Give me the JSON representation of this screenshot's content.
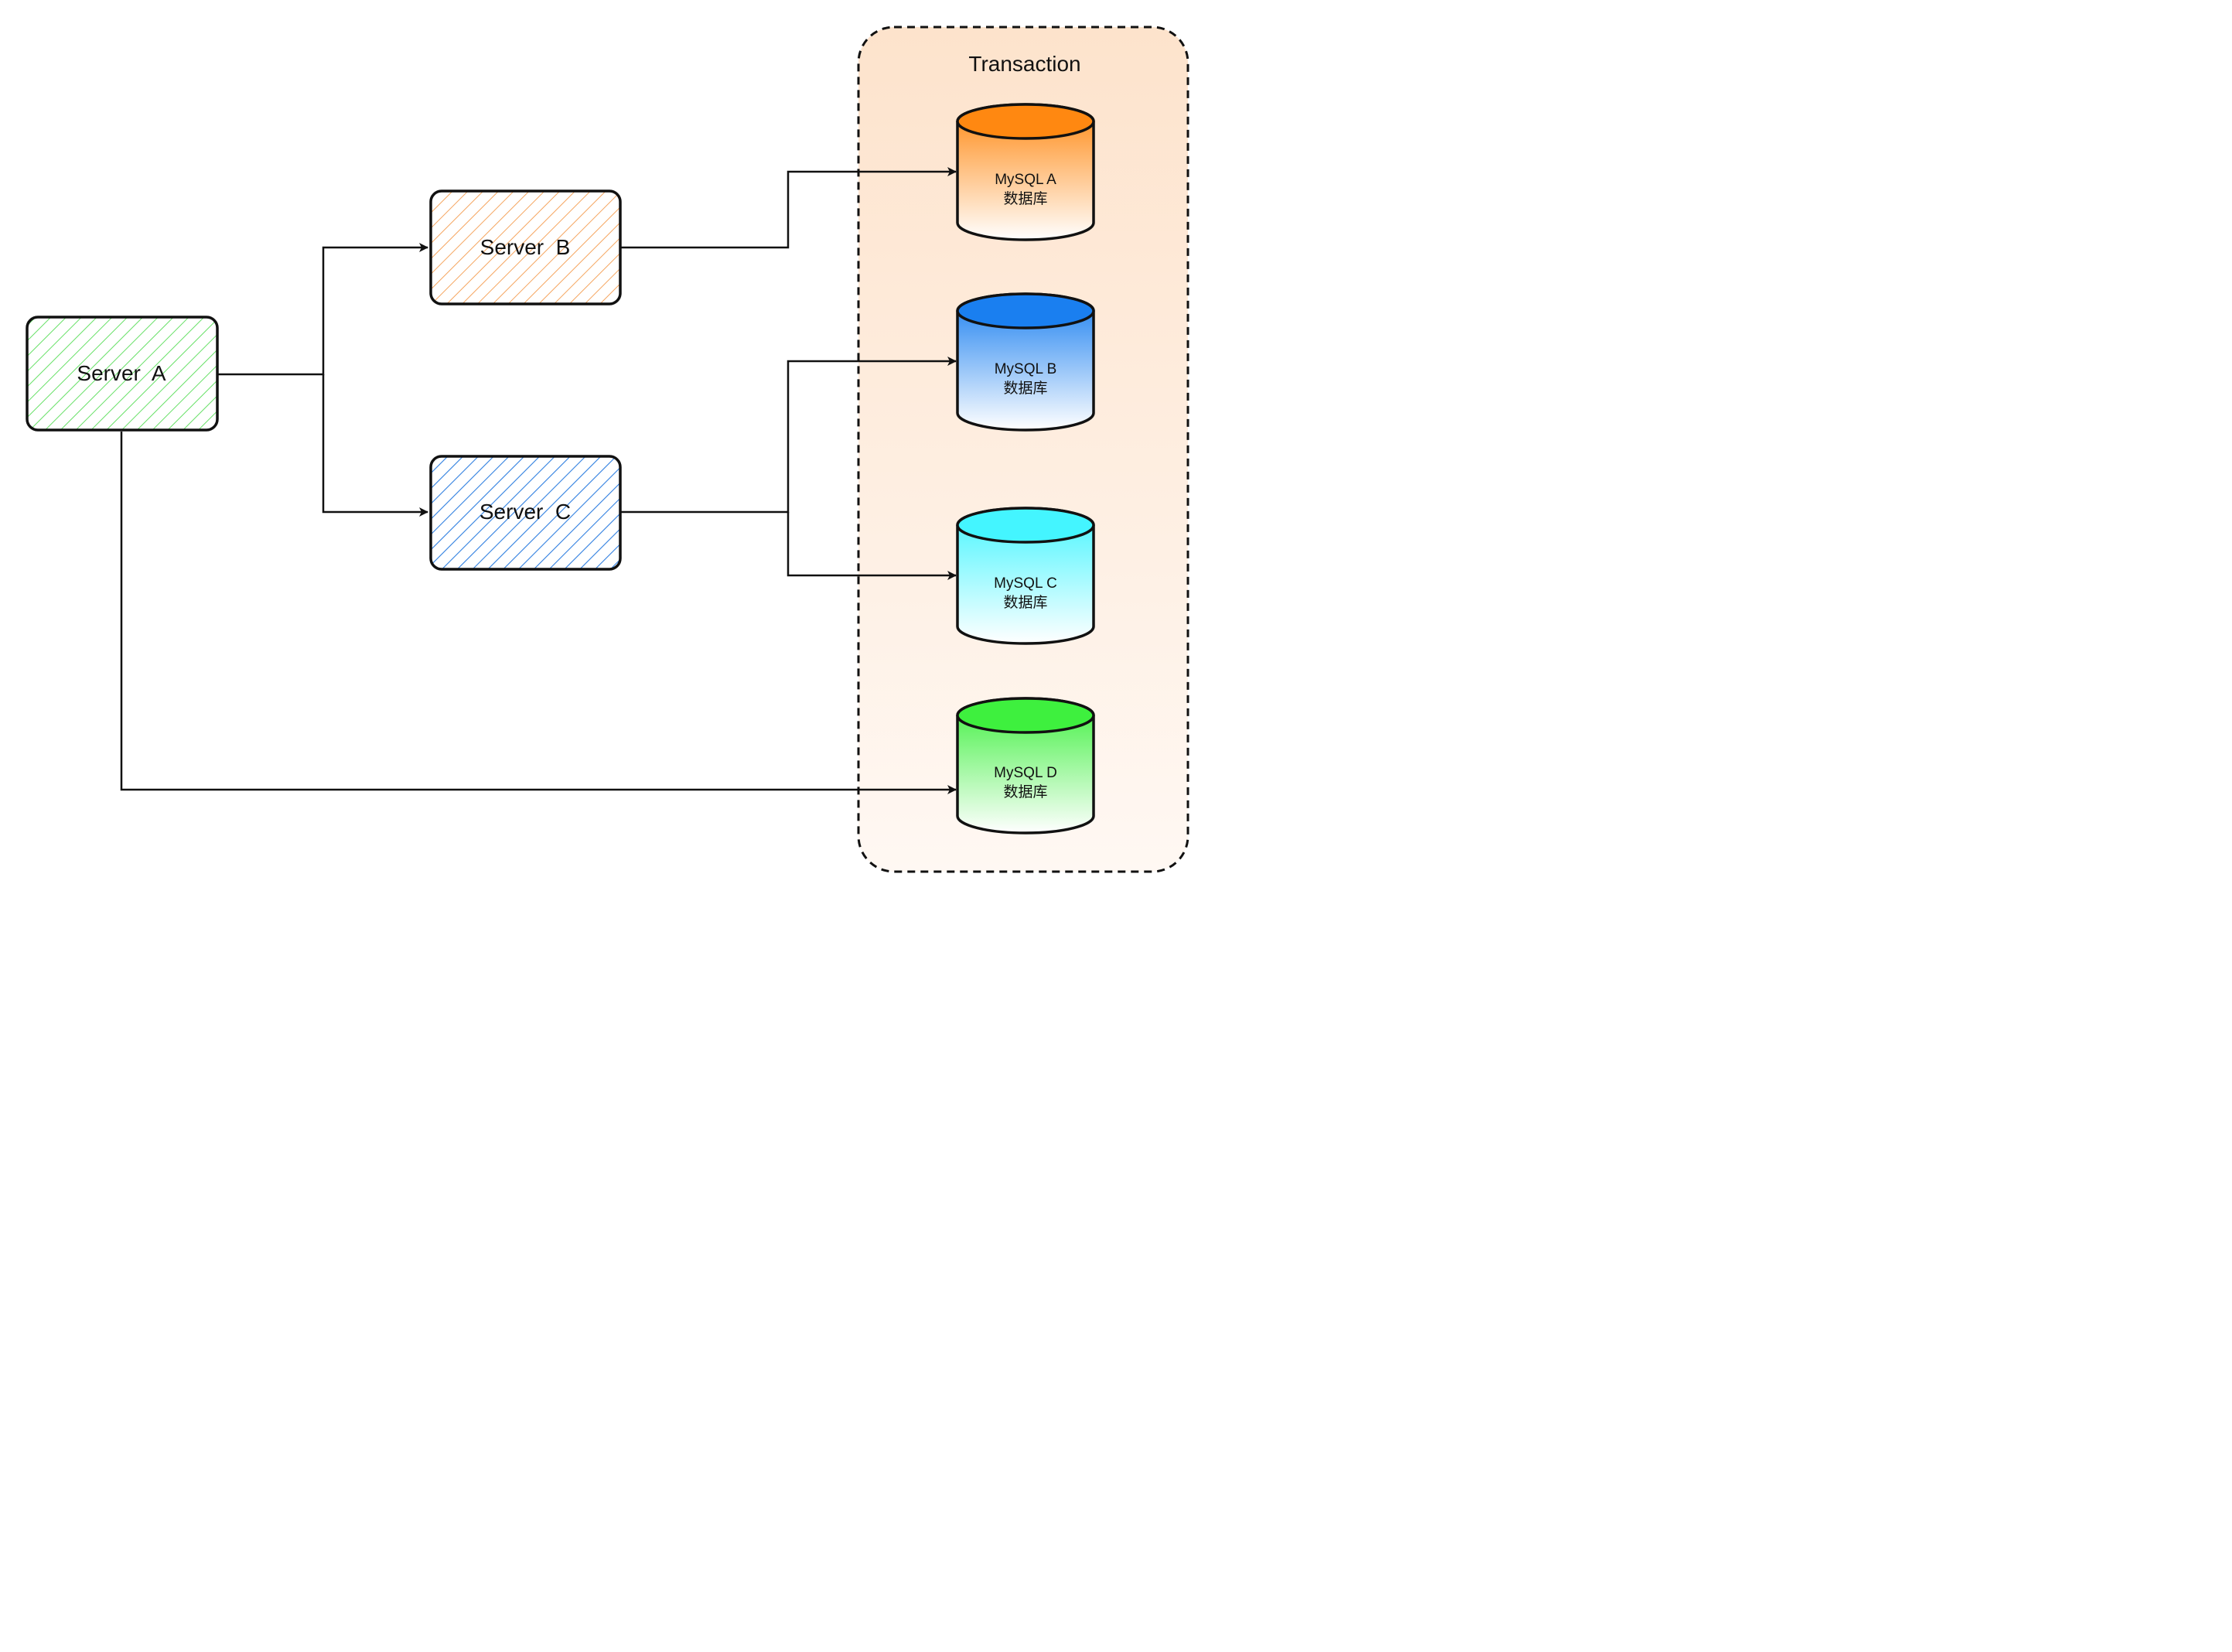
{
  "transaction": {
    "title": "Transaction",
    "fill_top": "#fde3cc",
    "fill_bottom": "#fff8f3"
  },
  "servers": [
    {
      "id": "a",
      "label": "Server  A",
      "color": "#66e066"
    },
    {
      "id": "b",
      "label": "Server  B",
      "color": "#f5a55f"
    },
    {
      "id": "c",
      "label": "Server  C",
      "color": "#2f7fe0"
    }
  ],
  "databases": [
    {
      "id": "a",
      "line1": "MySQL A",
      "line2": "数据库",
      "color_top": "#ff8811",
      "color_bottom": "#ffffff"
    },
    {
      "id": "b",
      "line1": "MySQL B",
      "line2": "数据库",
      "color_top": "#1a7ff0",
      "color_bottom": "#ffffff"
    },
    {
      "id": "c",
      "line1": "MySQL C",
      "line2": "数据库",
      "color_top": "#44f5ff",
      "color_bottom": "#ffffff"
    },
    {
      "id": "d",
      "line1": "MySQL D",
      "line2": "数据库",
      "color_top": "#3ef03e",
      "color_bottom": "#ffffff"
    }
  ],
  "edges": [
    {
      "from": "server-a",
      "to": "server-b"
    },
    {
      "from": "server-a",
      "to": "server-c"
    },
    {
      "from": "server-b",
      "to": "mysql-a"
    },
    {
      "from": "server-c",
      "to": "mysql-b"
    },
    {
      "from": "server-c",
      "to": "mysql-c"
    },
    {
      "from": "server-a",
      "to": "mysql-d"
    }
  ],
  "colors": {
    "stroke": "#111111",
    "background": "#ffffff"
  }
}
